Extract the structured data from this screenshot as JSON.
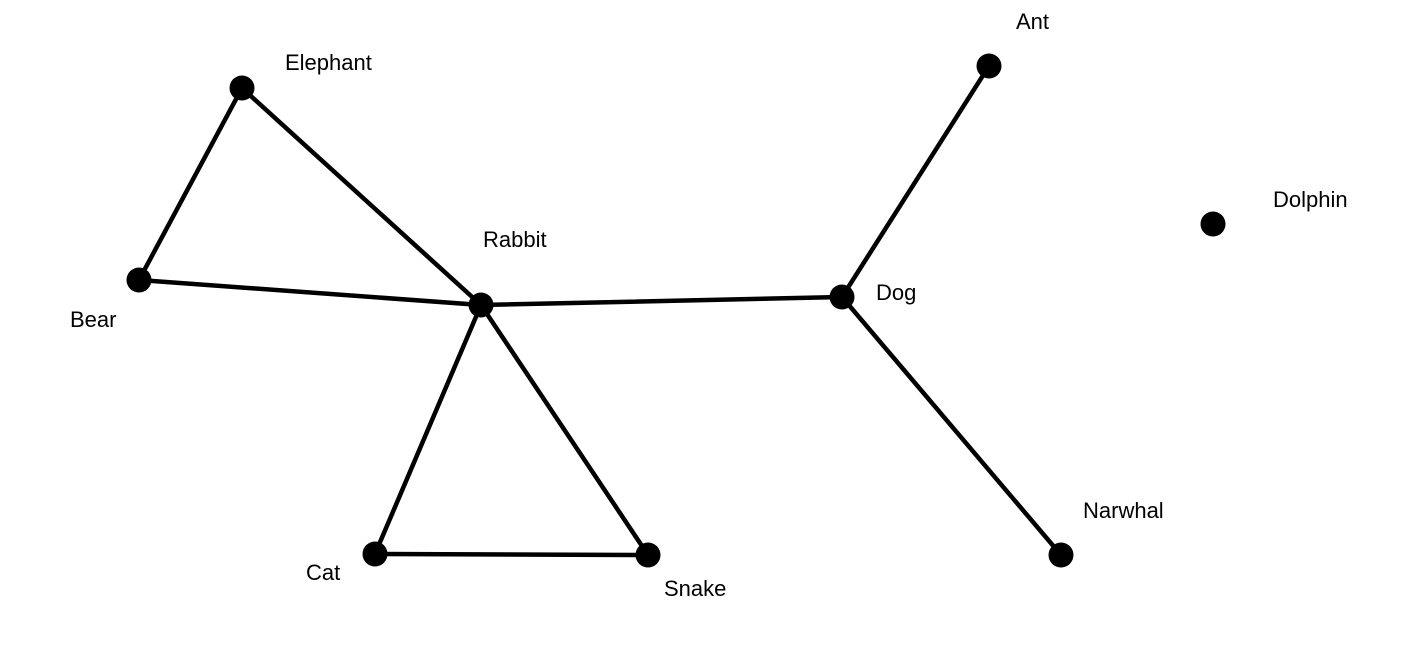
{
  "diagram": {
    "type": "undirected-graph",
    "nodes": [
      {
        "id": "elephant",
        "label": "Elephant"
      },
      {
        "id": "ant",
        "label": "Ant"
      },
      {
        "id": "dolphin",
        "label": "Dolphin"
      },
      {
        "id": "rabbit",
        "label": "Rabbit"
      },
      {
        "id": "bear",
        "label": "Bear"
      },
      {
        "id": "dog",
        "label": "Dog"
      },
      {
        "id": "narwhal",
        "label": "Narwhal"
      },
      {
        "id": "cat",
        "label": "Cat"
      },
      {
        "id": "snake",
        "label": "Snake"
      }
    ],
    "edges": [
      {
        "from": "elephant",
        "to": "bear"
      },
      {
        "from": "elephant",
        "to": "rabbit"
      },
      {
        "from": "bear",
        "to": "rabbit"
      },
      {
        "from": "rabbit",
        "to": "dog"
      },
      {
        "from": "rabbit",
        "to": "cat"
      },
      {
        "from": "rabbit",
        "to": "snake"
      },
      {
        "from": "cat",
        "to": "snake"
      },
      {
        "from": "dog",
        "to": "ant"
      },
      {
        "from": "dog",
        "to": "narwhal"
      }
    ],
    "colors": {
      "node": "#000000",
      "edge": "#000000",
      "label": "#000000",
      "background": "#ffffff"
    }
  }
}
